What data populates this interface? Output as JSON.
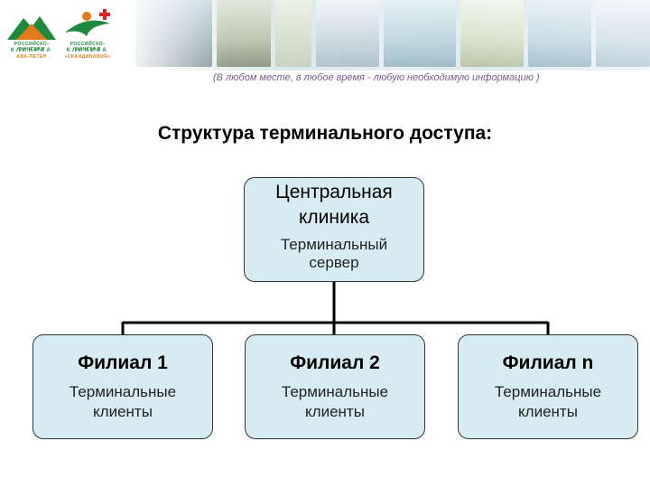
{
  "header": {
    "logos": [
      {
        "line1": "РОССИЙСКО-ФИНСКАЯ",
        "line2": "КЛИНИКА",
        "line3": "АВА-ПЕТЕР"
      },
      {
        "line1": "РОССИЙСКО-ФИНСКАЯ",
        "line2": "КЛИНИКА",
        "line3": "«СКАНДИНАВИЯ»"
      }
    ],
    "tagline": "(В любом месте, в любое время - любую необходимую информацию )"
  },
  "slide": {
    "title": "Структура терминального доступа:"
  },
  "diagram": {
    "root": {
      "title": "Центральная клиника",
      "subtitle": "Терминальный сервер"
    },
    "branches": [
      {
        "title": "Филиал 1",
        "subtitle": "Терминальные клиенты"
      },
      {
        "title": "Филиал 2",
        "subtitle": "Терминальные клиенты"
      },
      {
        "title": "Филиал n",
        "subtitle": "Терминальные клиенты"
      }
    ]
  },
  "colors": {
    "box_fill": "#d7ecf2",
    "box_border": "#333333",
    "logo_green": "#1f8a3b",
    "logo_orange": "#e07b1a",
    "tagline": "#7a5c8a"
  }
}
